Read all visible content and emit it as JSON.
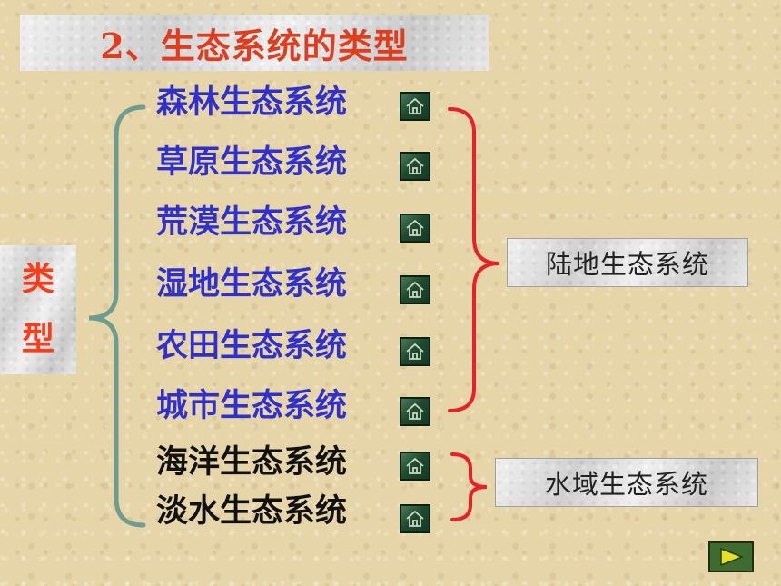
{
  "title": "2、生态系统的类型",
  "type_label": [
    "类",
    "型"
  ],
  "land_items": [
    "森林生态系统",
    "草原生态系统",
    "荒漠生态系统",
    "湿地生态系统",
    "农田生态系统",
    "城市生态系统"
  ],
  "water_items": [
    "海洋生态系统",
    "淡水生态系统"
  ],
  "categories": {
    "land": "陆地生态系统",
    "water": "水域生态系统"
  },
  "colors": {
    "title": "#e03c1e",
    "type_label": "#ff3b1a",
    "land_text": "#3030cc",
    "water_text": "#111111",
    "left_brace": "#6e9c8e",
    "right_brace": "#e8202a",
    "nav_button": "#3d6c2e",
    "nav_arrow": "#e8e020"
  },
  "icons": {
    "item_button": "home-icon",
    "nav": "next-arrow-icon"
  }
}
